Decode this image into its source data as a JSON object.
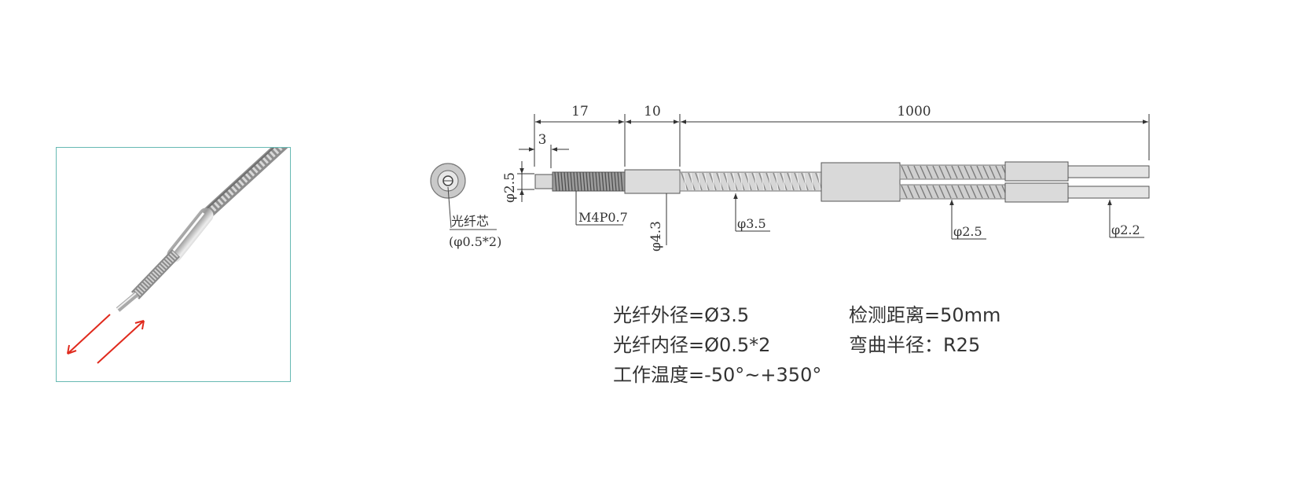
{
  "dimensions": {
    "tip_length": "17",
    "sleeve_length": "10",
    "cable_length": "1000",
    "tip_step": "3",
    "tip_diameter": "φ2.5",
    "sleeve_diameter": "φ4.3"
  },
  "callouts": {
    "thread": "M4P0.7",
    "cable_outer": "φ3.5",
    "branch_sheath": "φ2.5",
    "branch_end": "φ2.2",
    "core_label": "光纤芯",
    "core_value": "(φ0.5*2)"
  },
  "specs": {
    "outer_diameter": "光纤外径=Ø3.5",
    "inner_diameter": "光纤内径=Ø0.5*2",
    "temperature": "工作温度=-50°~+350°",
    "detection_distance": "检测距离=50mm",
    "bend_radius": "弯曲半径：R25"
  },
  "colors": {
    "frame_border": "#67b9b3",
    "arrow_red": "#e02a1d",
    "line": "#333333"
  },
  "icons": [
    "fiber-probe-photo",
    "fiber-end-view-icon"
  ]
}
